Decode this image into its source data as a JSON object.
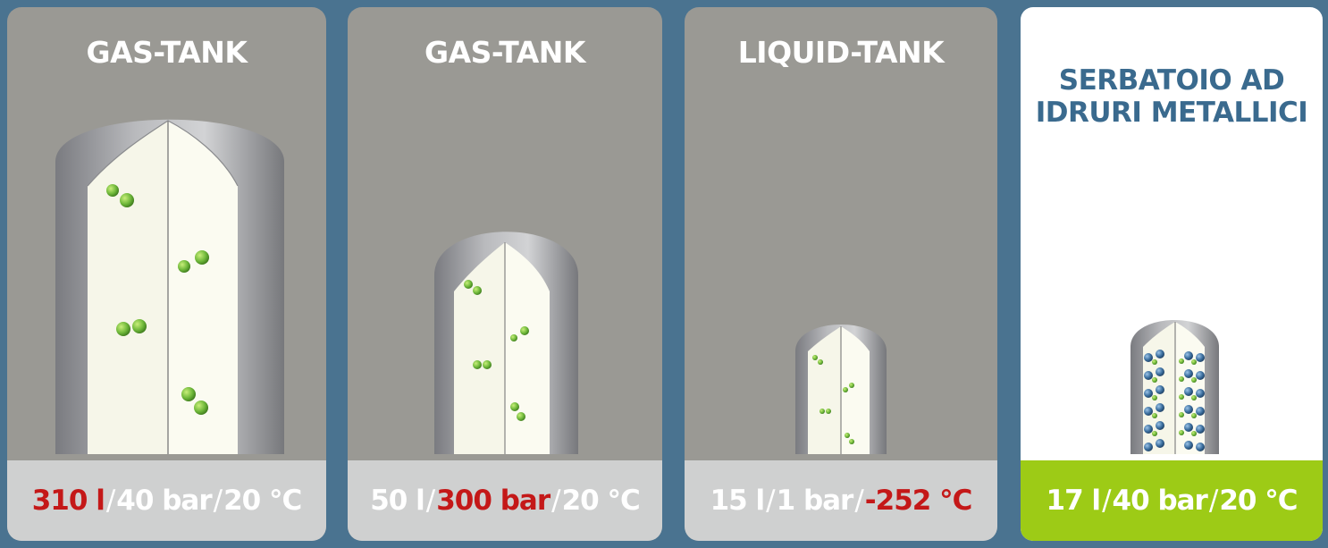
{
  "panels": [
    {
      "title_lines": [
        "GAS-TANK"
      ],
      "volume": "310 l",
      "pressure": "40 bar",
      "temperature": "20 °C",
      "highlight": "volume"
    },
    {
      "title_lines": [
        "GAS-TANK"
      ],
      "volume": "50 l",
      "pressure": "300 bar",
      "temperature": "20 °C",
      "highlight": "pressure"
    },
    {
      "title_lines": [
        "LIQUID-TANK"
      ],
      "volume": "15 l",
      "pressure": "1 bar",
      "temperature": "-252 °C",
      "highlight": "temperature"
    },
    {
      "title_lines": [
        "SERBATOIO AD",
        "IDRURI METALLICI"
      ],
      "volume": "17 l",
      "pressure": "40 bar",
      "temperature": "20 °C",
      "highlight": "none"
    }
  ],
  "separator": "/",
  "colors": {
    "background": "#4a7390",
    "panel_gray": "#9a9994",
    "footer_gray": "#cfd0d0",
    "footer_green": "#9dcb16",
    "highlight_red": "#c41818",
    "title_blue": "#3a6a8e",
    "tank_interior": "#f7f7ec",
    "molecule_green": "#6fb83a",
    "molecule_blue": "#3a6e9e"
  }
}
